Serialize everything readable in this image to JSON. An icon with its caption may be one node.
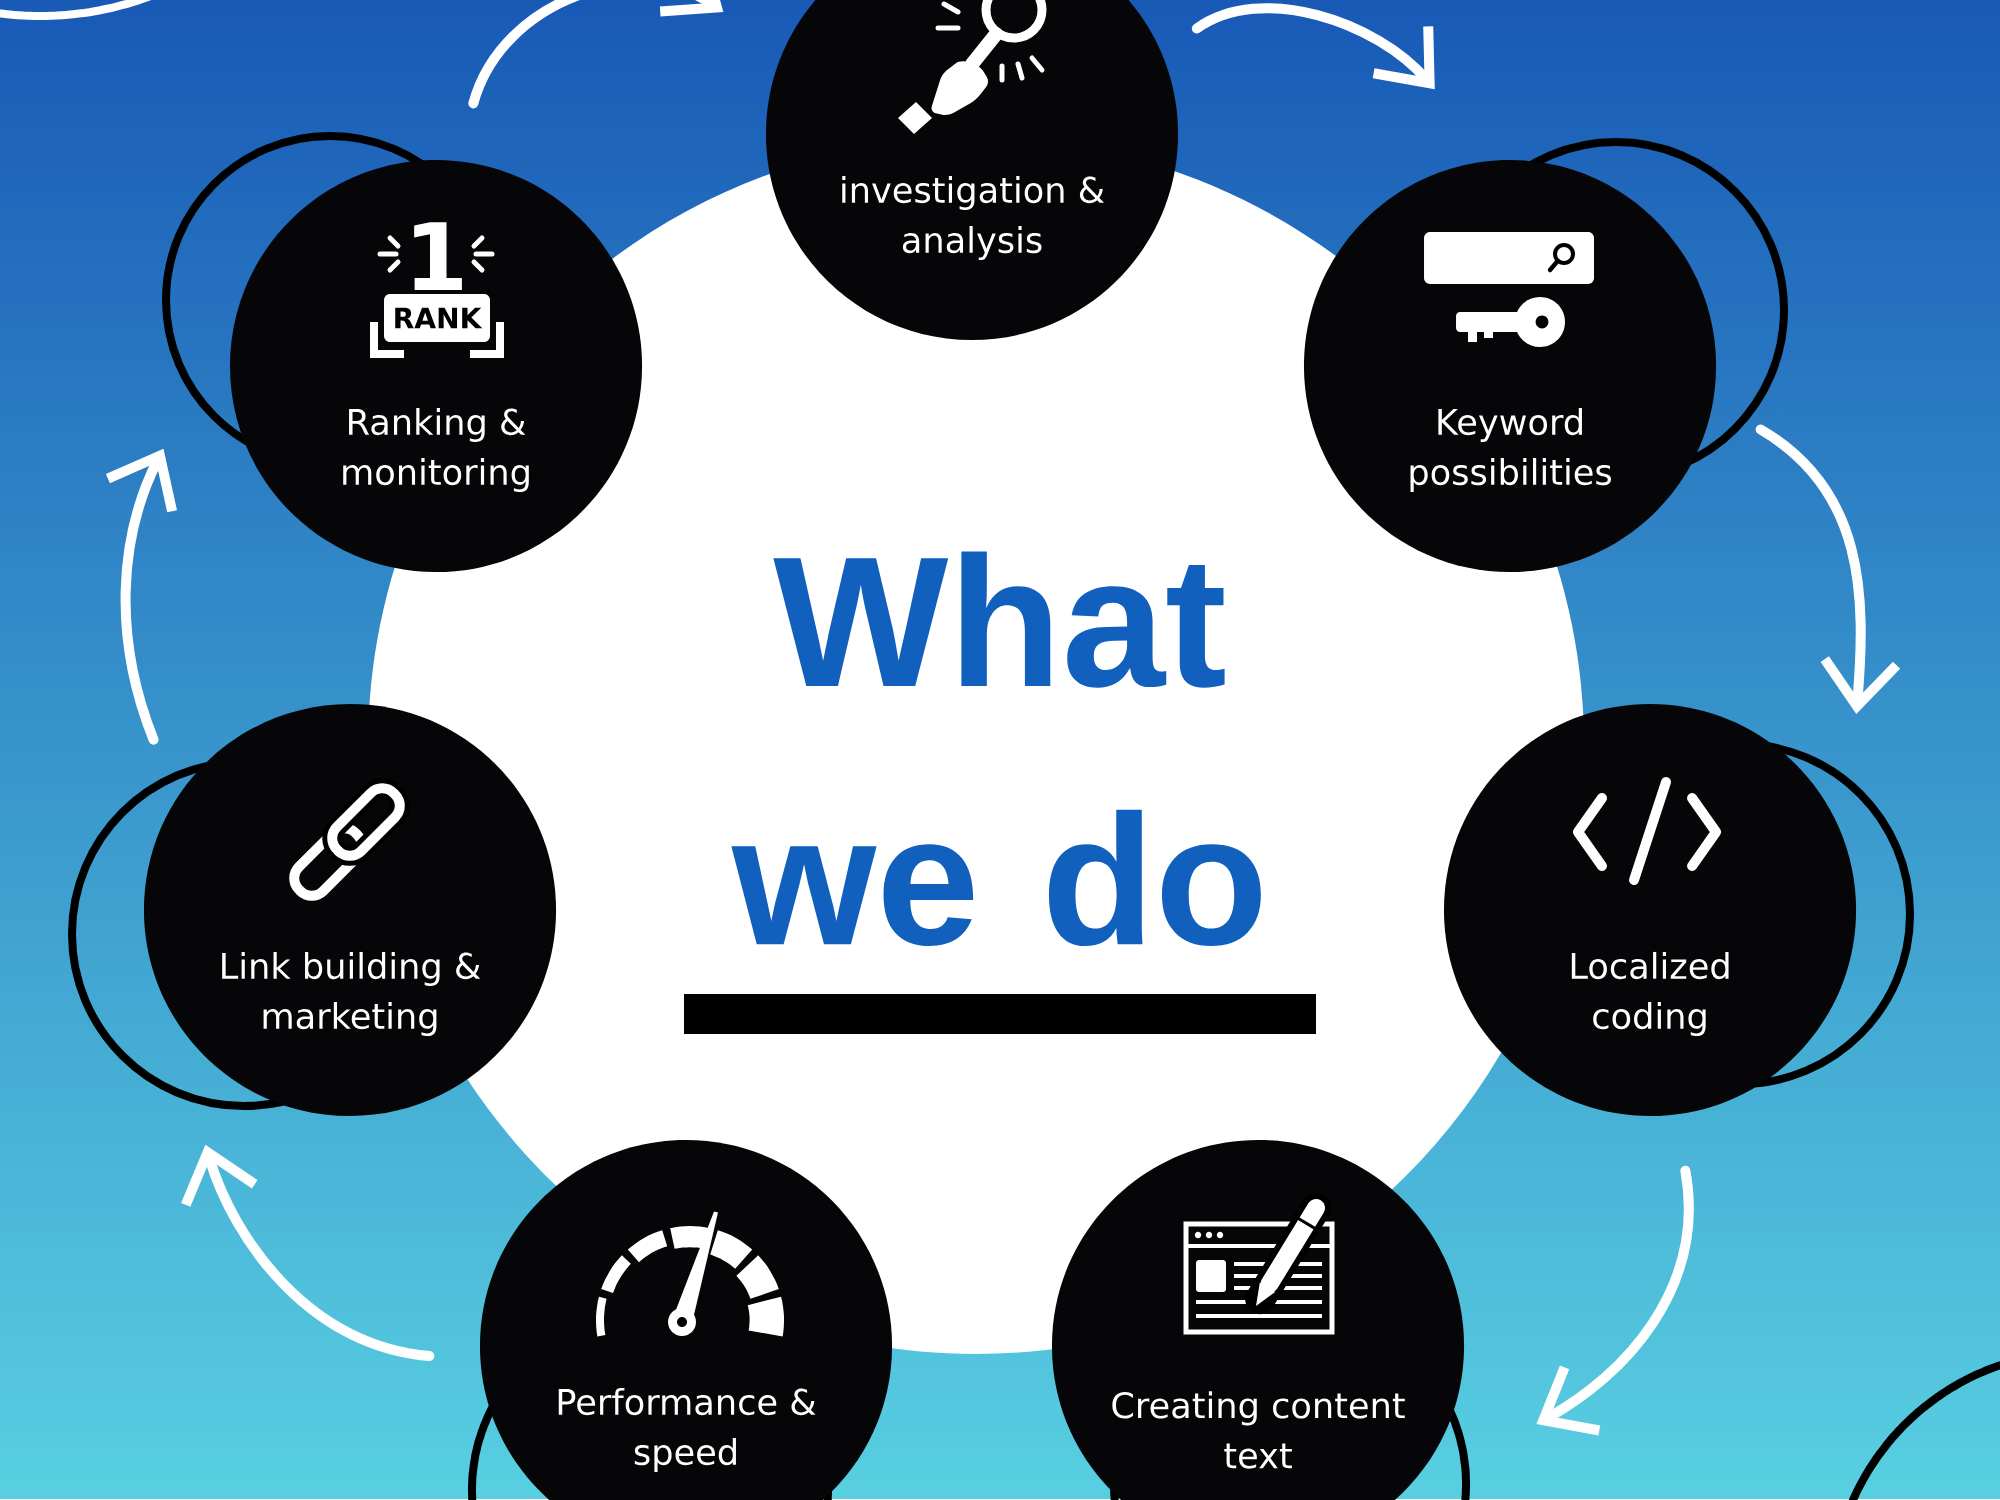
{
  "diagram": {
    "title": "What we do",
    "nodes": [
      {
        "text": [
          "investigation & analysis"
        ]
      },
      {
        "text": [
          "Keyword possibilities"
        ]
      },
      {
        "text": [
          "Localized coding"
        ]
      },
      {
        "text": [
          "Creating content text"
        ]
      },
      {
        "text": [
          "Performance & speed"
        ]
      },
      {
        "text": [
          "Link building & marketing"
        ]
      },
      {
        "text": [
          "Ranking & monitoring"
        ]
      }
    ],
    "edges": [
      {
        "from": 6,
        "to": 0,
        "arrow": "to"
      },
      {
        "from": 0,
        "to": 1,
        "arrow": "to"
      },
      {
        "from": 1,
        "to": 2,
        "arrow": "to"
      },
      {
        "from": 2,
        "to": 3,
        "arrow": "to"
      },
      {
        "from": 4,
        "to": 5,
        "arrow": "to"
      },
      {
        "from": 5,
        "to": 6,
        "arrow": "to"
      }
    ],
    "labels": [
      "1",
      "RANK"
    ]
  }
}
